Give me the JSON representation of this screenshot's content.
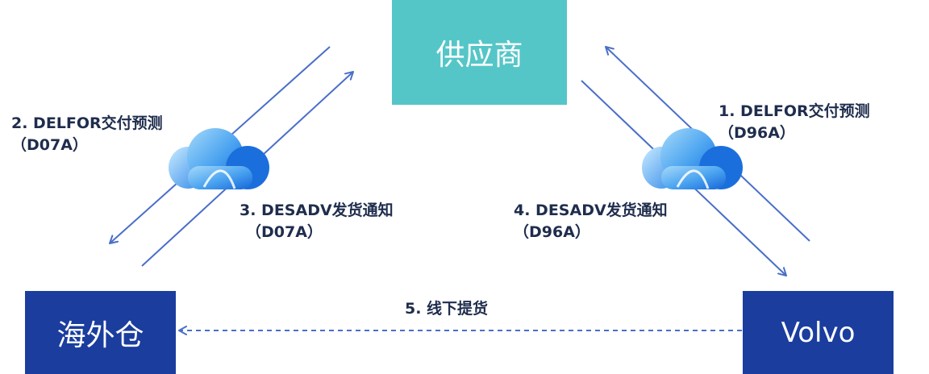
{
  "nodes": {
    "supplier": "供应商",
    "warehouse": "海外仓",
    "volvo": "Volvo"
  },
  "flows": {
    "f1": {
      "line1": "1. DELFOR交付预测",
      "line2": "（D96A）"
    },
    "f2": {
      "line1": "2. DELFOR交付预测",
      "line2": "（D07A）"
    },
    "f3": {
      "line1": "3. DESADV发货通知",
      "line2": "（D07A）"
    },
    "f4": {
      "line1": "4. DESADV发货通知",
      "line2": "（D96A）"
    },
    "f5": {
      "line1": "5. 线下提货"
    }
  },
  "colors": {
    "supplier_fill": "#55c6c7",
    "node_fill": "#1a3d9e",
    "arrow": "#4a6fc9",
    "cloud_light": "#9fd4f7",
    "cloud_dark": "#1b72e0"
  }
}
